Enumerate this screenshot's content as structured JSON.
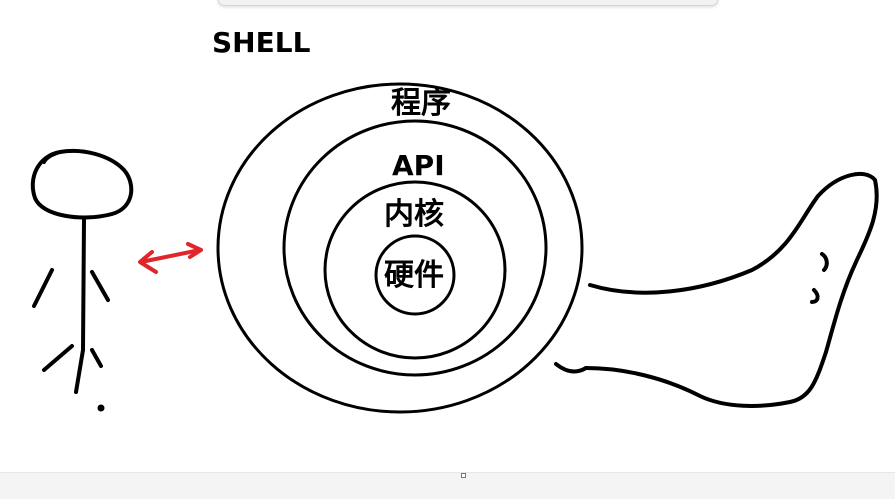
{
  "labels": {
    "shell": "SHELL",
    "programs": "程序",
    "api": "API",
    "kernel": "内核",
    "hardware": "硬件"
  },
  "colors": {
    "ink": "#000000",
    "arrow": "#e0262a",
    "background": "#ffffff"
  }
}
